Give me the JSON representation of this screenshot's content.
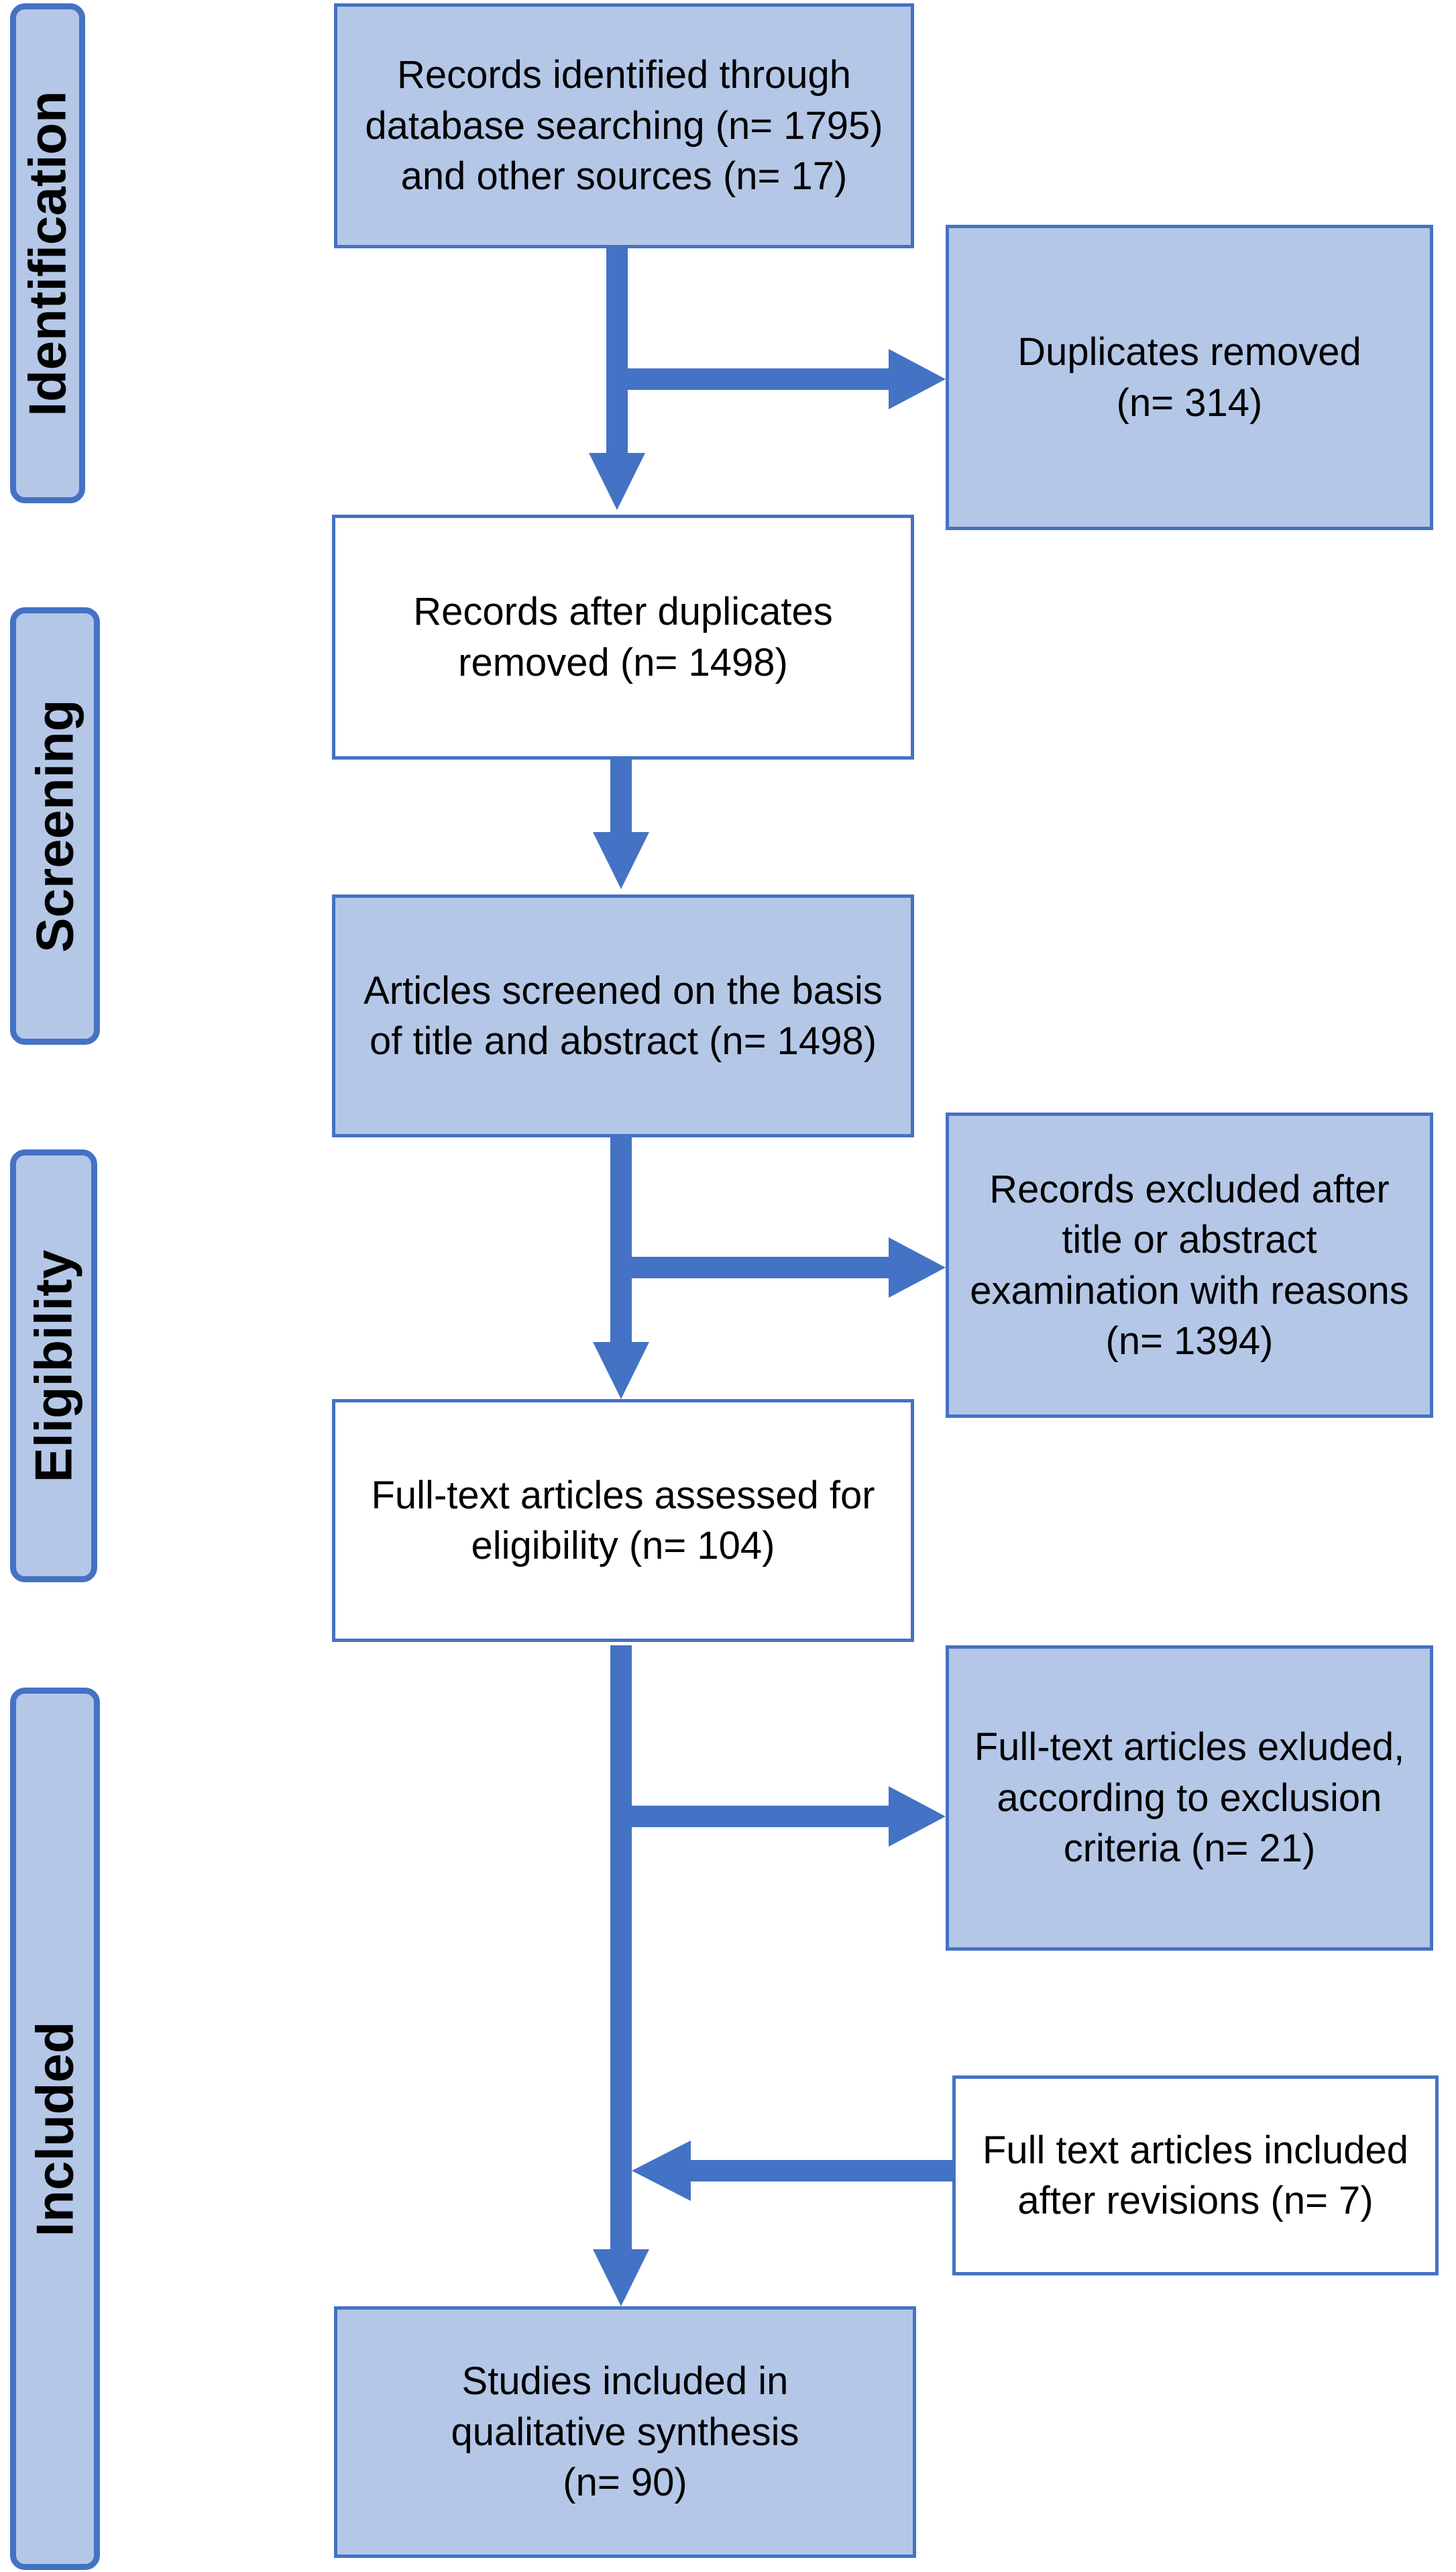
{
  "phases": {
    "identification": "Identification",
    "screening": "Screening",
    "eligibility": "Eligibility",
    "included": "Included"
  },
  "boxes": {
    "records_identified": "Records identified through database searching (n= 1795) and other sources (n= 17)",
    "duplicates_removed": "Duplicates removed (n= 314)",
    "after_duplicates": "Records after duplicates removed (n= 1498)",
    "screened": "Articles screened on the basis of title and abstract (n= 1498)",
    "excluded_title_abstract": "Records excluded after title or abstract examination with reasons (n= 1394)",
    "fulltext_assessed": "Full-text articles assessed for eligibility (n= 104)",
    "fulltext_excluded": "Full-text articles exluded, according to exclusion criteria (n= 21)",
    "fulltext_included_revisions": "Full text articles included after revisions (n= 7)",
    "studies_included": "Studies included in qualitative synthesis (n= 90)"
  },
  "colors": {
    "accent": "#4472c4",
    "fill": "#b4c7e7",
    "plain": "#ffffff"
  }
}
